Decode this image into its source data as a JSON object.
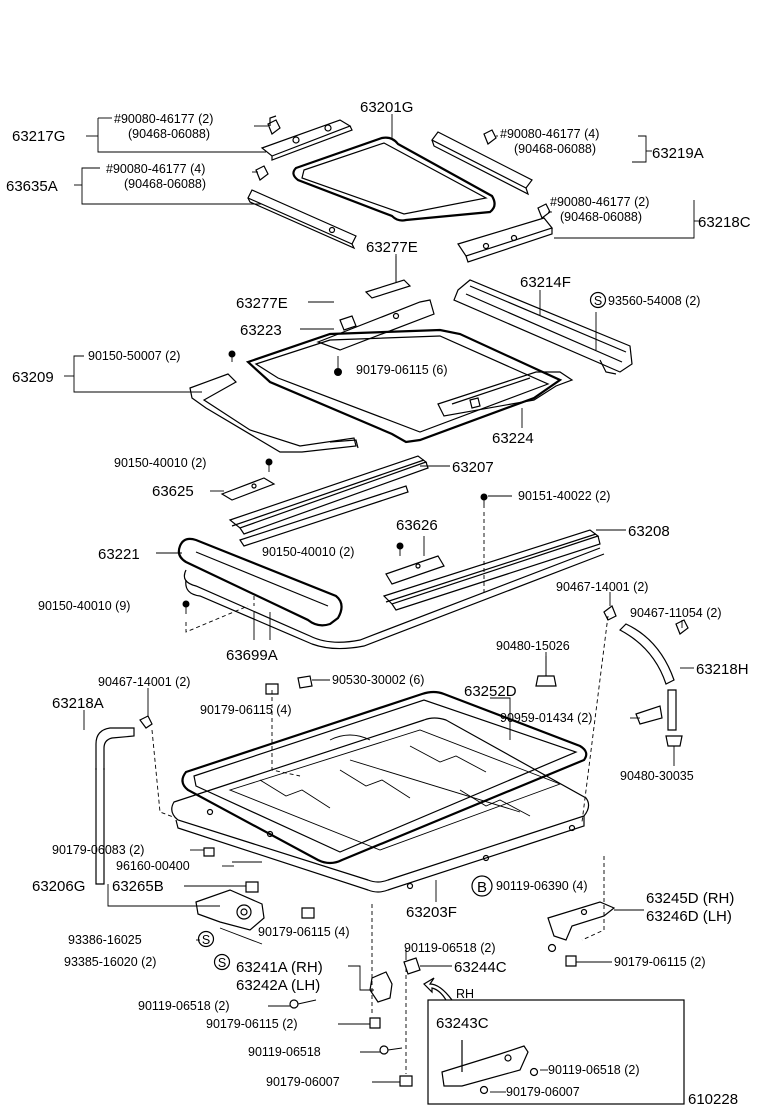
{
  "labels": {
    "p63217G": "63217G",
    "b_63217G_a": "#90080-46177 (2)",
    "b_63217G_b": "(90468-06088)",
    "p63201G": "63201G",
    "b_63219A_a": "#90080-46177 (4)",
    "b_63219A_b": "(90468-06088)",
    "p63219A": "63219A",
    "p63635A": "63635A",
    "b_63635A_a": "#90080-46177 (4)",
    "b_63635A_b": "(90468-06088)",
    "b_63218C_a": "#90080-46177 (2)",
    "b_63218C_b": "(90468-06088)",
    "p63218C": "63218C",
    "p63277E_top": "63277E",
    "p63214F": "63214F",
    "p63277E": "63277E",
    "b93560": "93560-54008 (2)",
    "p63223": "63223",
    "p63209": "63209",
    "b90150_50007": "90150-50007 (2)",
    "b90179_06115_6": "90179-06115 (6)",
    "p63224": "63224",
    "b90150_40010_2a": "90150-40010 (2)",
    "p63207": "63207",
    "p63625": "63625",
    "b90151": "90151-40022 (2)",
    "p63626": "63626",
    "p63208": "63208",
    "p63221": "63221",
    "b90150_40010_2b": "90150-40010 (2)",
    "b90467_14001_r": "90467-14001 (2)",
    "b90150_40010_9": "90150-40010 (9)",
    "b90467_11054": "90467-11054 (2)",
    "p63699A": "63699A",
    "b90480_15026": "90480-15026",
    "p63218H": "63218H",
    "b90467_14001_l": "90467-14001 (2)",
    "b90530": "90530-30002 (6)",
    "p63252D": "63252D",
    "p63218A": "63218A",
    "b90179_06115_4a": "90179-06115 (4)",
    "b90959": "90959-01434 (2)",
    "b90480_30035": "90480-30035",
    "b90179_06083": "90179-06083 (2)",
    "b96160": "96160-00400",
    "p63206G": "63206G",
    "p63265B": "63265B",
    "b90119_06390": "90119-06390 (4)",
    "p63245D": "63245D (RH)",
    "p63246D": "63246D (LH)",
    "p63203F": "63203F",
    "b93386": "93386-16025",
    "b90179_06115_4b": "90179-06115 (4)",
    "b90119_06518_2a": "90119-06518 (2)",
    "b93385": "93385-16020 (2)",
    "p63241A": "63241A (RH)",
    "p63242A": "63242A (LH)",
    "p63244C": "63244C",
    "b90179_06115_2r": "90179-06115 (2)",
    "rh": "RH",
    "b90119_06518_2b": "90119-06518 (2)",
    "p63243C": "63243C",
    "b90179_06115_2l": "90179-06115 (2)",
    "b90119_06518_2c": "90119-06518 (2)",
    "b90119_06518": "90119-06518",
    "b90179_06007_a": "90179-06007",
    "b90179_06007_b": "90179-06007",
    "figure_no": "610228"
  },
  "markers": {
    "s": "S",
    "b": "B"
  }
}
